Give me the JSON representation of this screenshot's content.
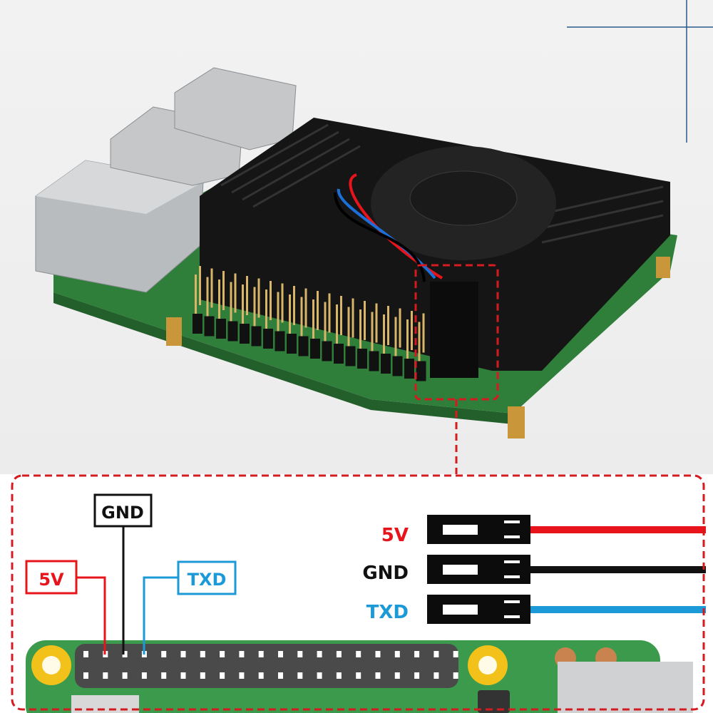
{
  "diagram": {
    "board_labels": {
      "gnd": "GND",
      "v5": "5V",
      "txd": "TXD"
    },
    "connector_labels": [
      {
        "label": "5V",
        "color": "#e8141b"
      },
      {
        "label": "GND",
        "color": "#111111"
      },
      {
        "label": "TXD",
        "color": "#1c9ad8"
      }
    ],
    "colors": {
      "red": "#e8141b",
      "black": "#111111",
      "blue": "#1c9ad8",
      "pcb": "#3c9a4c",
      "dashed_frame": "#d71920"
    },
    "header_columns": 20
  }
}
